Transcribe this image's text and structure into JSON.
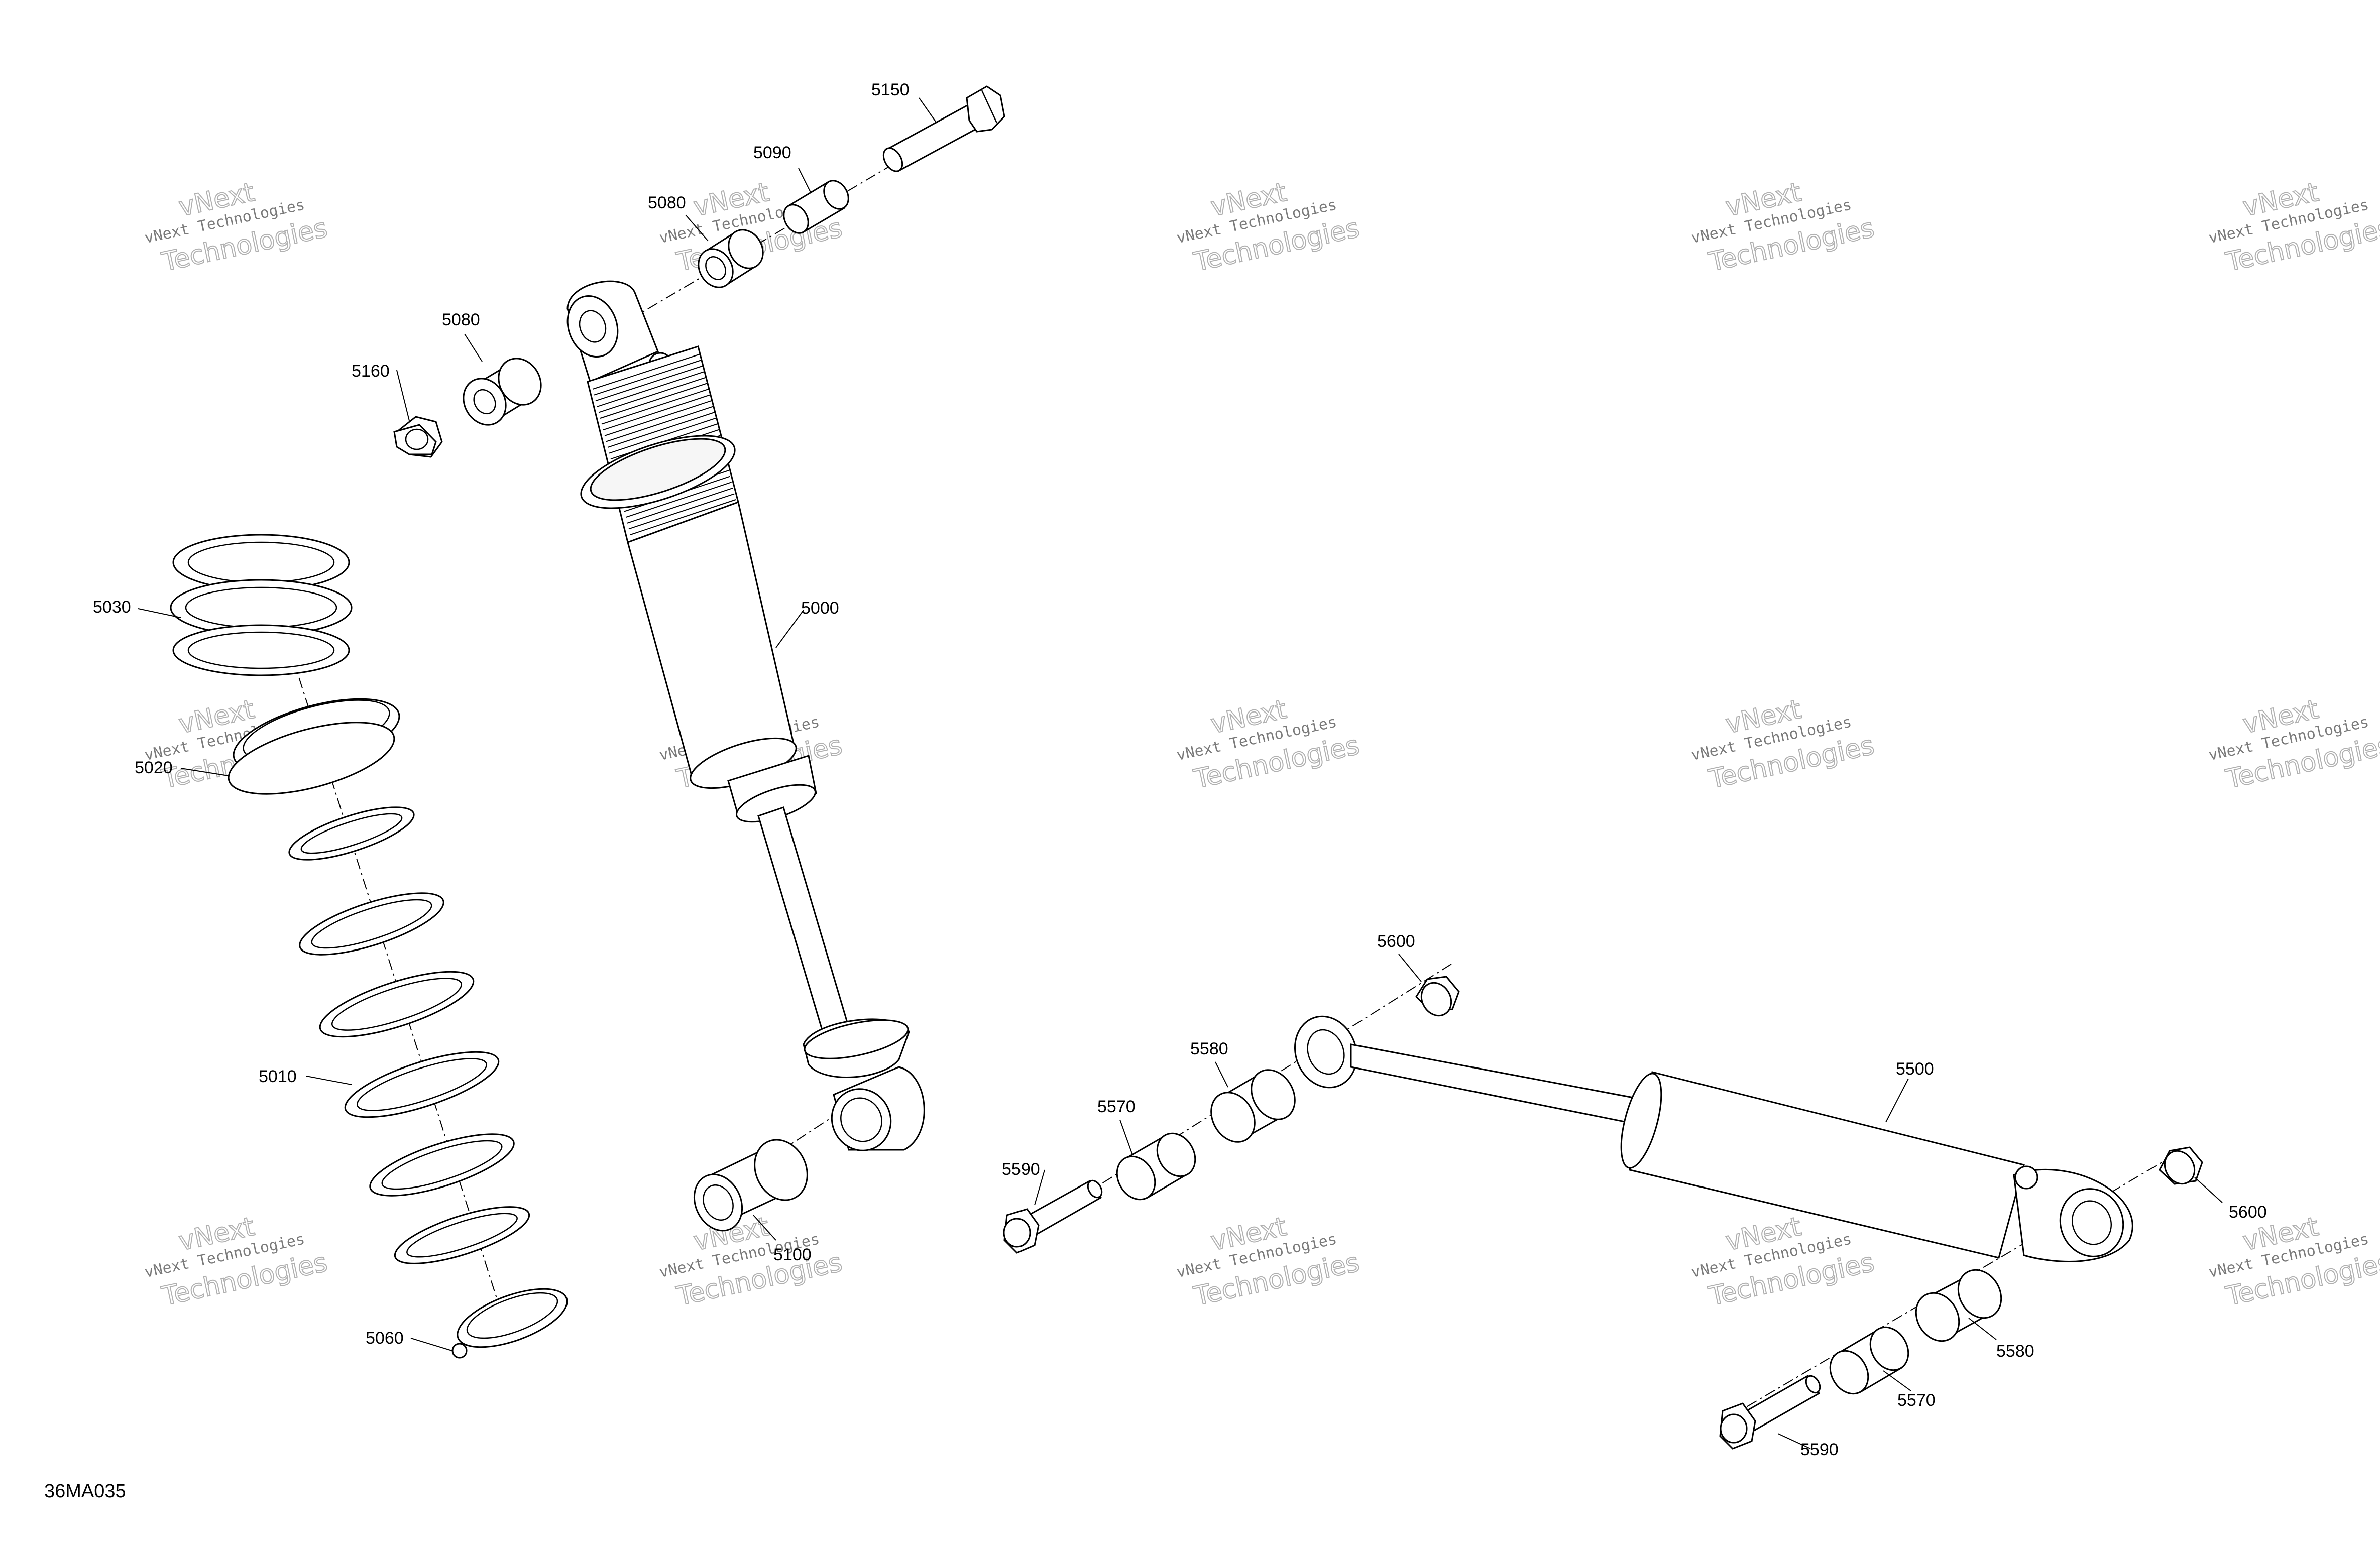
{
  "diagram": {
    "reference_code": "36MA035",
    "watermark_line1": "vNext Technologies",
    "watermark_line2a": "vNext",
    "watermark_line2b": "Technologies",
    "callouts": {
      "c5150": "5150",
      "c5090": "5090",
      "c5080a": "5080",
      "c5080b": "5080",
      "c5160": "5160",
      "c5030": "5030",
      "c5000": "5000",
      "c5020": "5020",
      "c5010": "5010",
      "c5100": "5100",
      "c5060": "5060",
      "c5600a": "5600",
      "c5580a": "5580",
      "c5570a": "5570",
      "c5590a": "5590",
      "c5500": "5500",
      "c5600b": "5600",
      "c5580b": "5580",
      "c5570b": "5570",
      "c5590b": "5590"
    }
  }
}
